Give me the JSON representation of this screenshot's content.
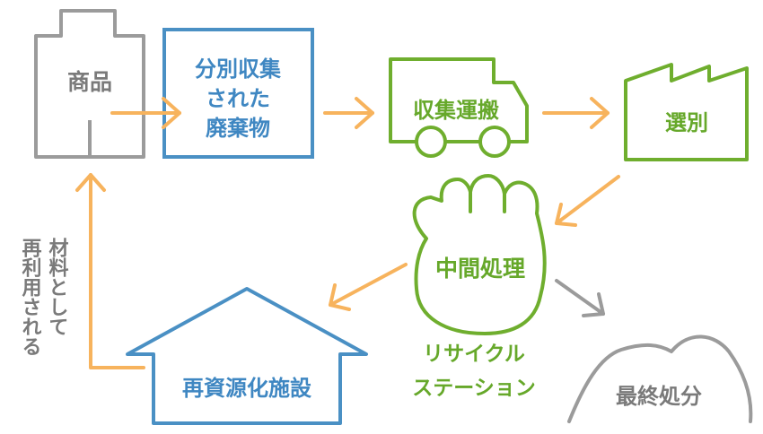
{
  "nodes": {
    "product": {
      "label": "商品"
    },
    "separated_waste": {
      "lines": [
        "分別収集",
        "された",
        "廃棄物"
      ]
    },
    "collection_transport": {
      "label": "収集運搬"
    },
    "sorting": {
      "label": "選別"
    },
    "intermediate": {
      "label": "中間処理"
    },
    "recycling_station": {
      "lines": [
        "リサイクル",
        "ステーション"
      ]
    },
    "final_disposal": {
      "label": "最終処分"
    },
    "recycling_facility": {
      "label": "再資源化施設"
    },
    "reuse_note": {
      "columns": [
        "材料として",
        "再利用される"
      ]
    }
  },
  "colors": {
    "gray": "#9b9b9b",
    "blue": "#4a90c4",
    "green": "#6fae2e",
    "orange": "#f7b35d",
    "text_gray": "#7a7a7a",
    "text_blue": "#3f87c2",
    "text_green": "#66a82a"
  }
}
